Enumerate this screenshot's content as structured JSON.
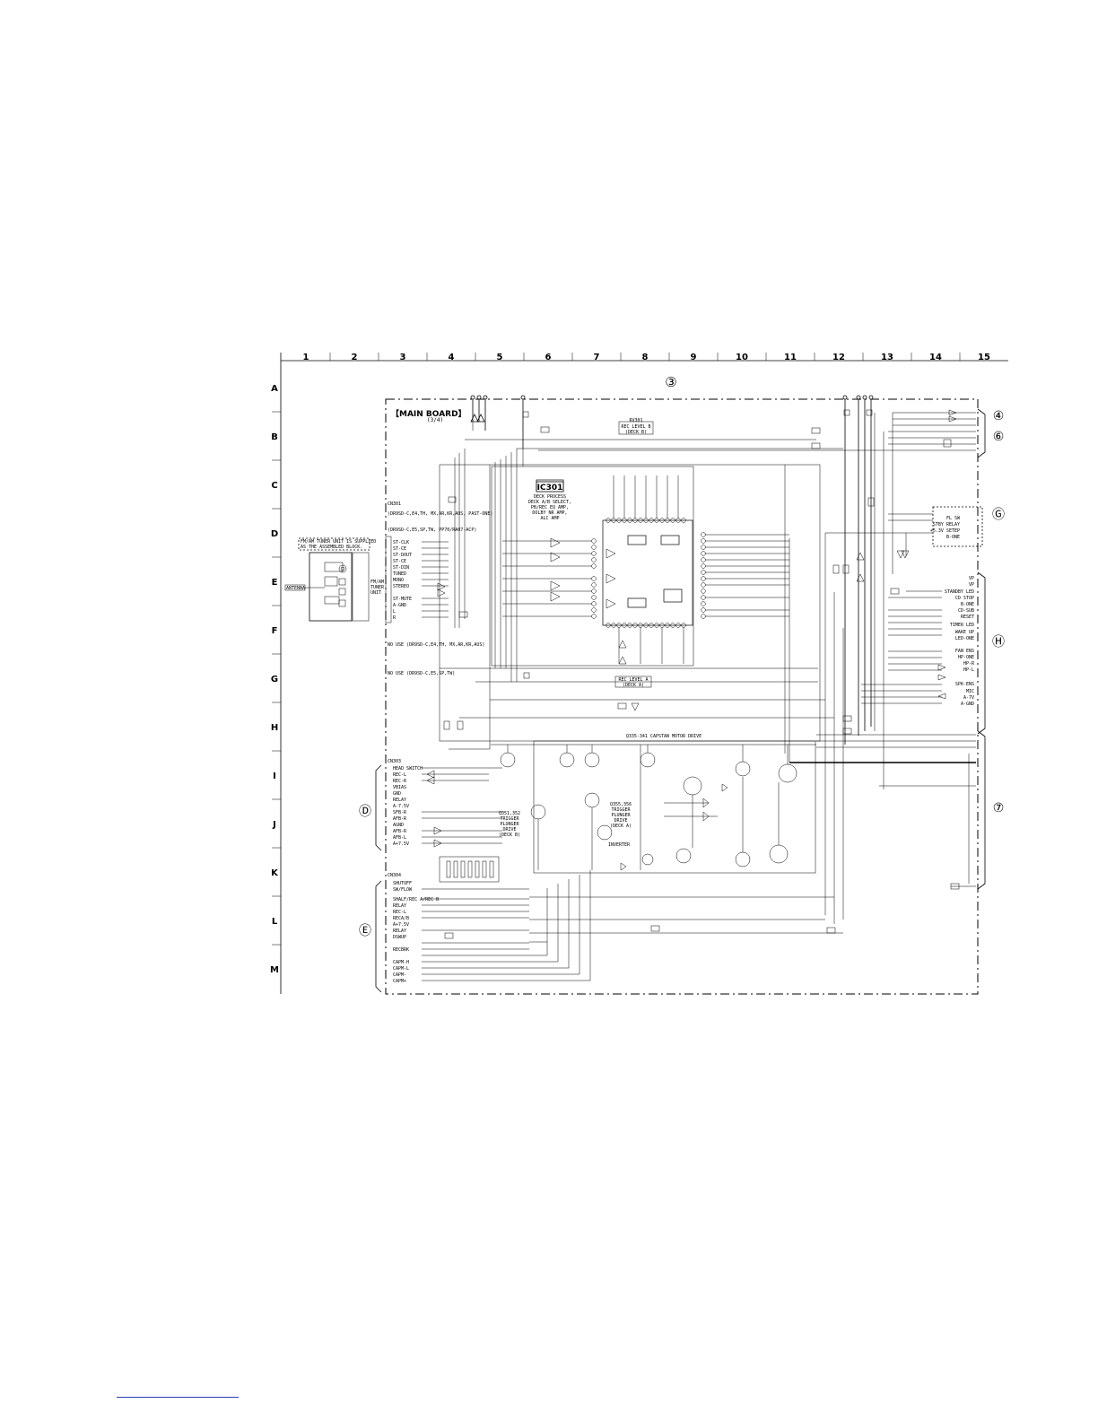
{
  "grid": {
    "columns": [
      "1",
      "2",
      "3",
      "4",
      "5",
      "6",
      "7",
      "8",
      "9",
      "10",
      "11",
      "12",
      "13",
      "14",
      "15"
    ],
    "rows": [
      "A",
      "B",
      "C",
      "D",
      "E",
      "F",
      "G",
      "H",
      "I",
      "J",
      "K",
      "L",
      "M"
    ]
  },
  "board": {
    "title": "【MAIN BOARD】",
    "sheet": "(3/4)"
  },
  "connector_refs": {
    "top": "③",
    "right_4": "④",
    "right_6": "⑥",
    "right_G": "Ⓖ",
    "right_H": "Ⓗ",
    "right_7": "⑦",
    "left_D": "Ⓓ",
    "left_E": "Ⓔ"
  },
  "ic301": {
    "name": "IC301",
    "desc": [
      "DECK PROCESS",
      "DECK A/B SELECT,",
      "PB/REC EQ AMP,",
      "DOLBY NR AMP,",
      "ALC AMP"
    ]
  },
  "tuner": {
    "note": [
      "FM/AM TUNER UNIT IS SUPPLIED",
      "AS THE ASSEMBLED BLOCK."
    ],
    "unit_label": [
      "FM/AM",
      "TUNER",
      "UNIT"
    ],
    "antenna": "ANTENNA"
  },
  "headers_left": {
    "cn301": "CN301",
    "cn303": "CN303",
    "cn304": "CN304"
  },
  "tuner_pins": [
    "ST-CLK",
    "ST-CE",
    "ST-DOUT",
    "ST-CE",
    "ST-DIN",
    "TUNED",
    "MONO",
    "STEREO",
    "ST-MUTE",
    "A-GND",
    "L",
    "R"
  ],
  "deck_pins_D": [
    "HEAD SWITCH",
    "REC-L",
    "REC-R",
    "VBIAS",
    "GND",
    "RELAY",
    "A-7.5V",
    "SFB-R",
    "AFB-R",
    "AGND",
    "AFB-R",
    "AFB-L",
    "A+7.5V"
  ],
  "deck_pins_E": [
    "SHUTOFF",
    "SW/FLOW",
    "SHALF/REC A/REC B",
    "RELAY",
    "REC-L",
    "RECA/B",
    "A+7.5V",
    "RELAY",
    "DSWUP",
    "RECBRK",
    "CAPM-H",
    "CAPM-L",
    "CAPM-",
    "CAPM+"
  ],
  "panel_pins_H": [
    "VP",
    "VP",
    "STANDBY LED",
    "CD STOP",
    "B-ONE",
    "CD-SUB",
    "RESET",
    "TIMER LED",
    "WAKE UP",
    "LED-ONE",
    "FAN ENS",
    "HP-ONE",
    "HP-R",
    "HP-L",
    "SPK-ENS",
    "MIC",
    "A-7V",
    "A-GND"
  ],
  "panel_pins_G": [
    "FL SW",
    "STBY RELAY",
    "+5.3V SETEP",
    "B-ONE"
  ],
  "blocks": {
    "capstan": "Q335-341 CAPSTAN MOTOR DRIVE",
    "trigger_a": [
      "Q355,356",
      "TRIGGER",
      "PLUNGER",
      "DRIVE",
      "(DECK A)"
    ],
    "trigger_b": [
      "Q351,352",
      "TRIGGER",
      "PLUNGER",
      "DRIVE",
      "(DECK B)"
    ],
    "inverter": "INVERTER",
    "rec_level_a": [
      "REC LEVEL B",
      "(DECK B)"
    ],
    "rec_level_b": [
      "REC LEVEL A",
      "(DECK A)"
    ],
    "rv301": [
      "RV301",
      "REC LEVEL B",
      "(DECK B)"
    ]
  },
  "variants": [
    "(DR9SD-C,E4,TH, MX,AR,KR,AUS, PAST-ONE)",
    "(DR9SD-C,E5,SP,TW, PP70/RA07-ACP)",
    "NO USE (DR9SD-C,E4,TH, MX,AR,KR,AUS)",
    "NO USE (DR9SD-C,E5,SP,TW)"
  ]
}
